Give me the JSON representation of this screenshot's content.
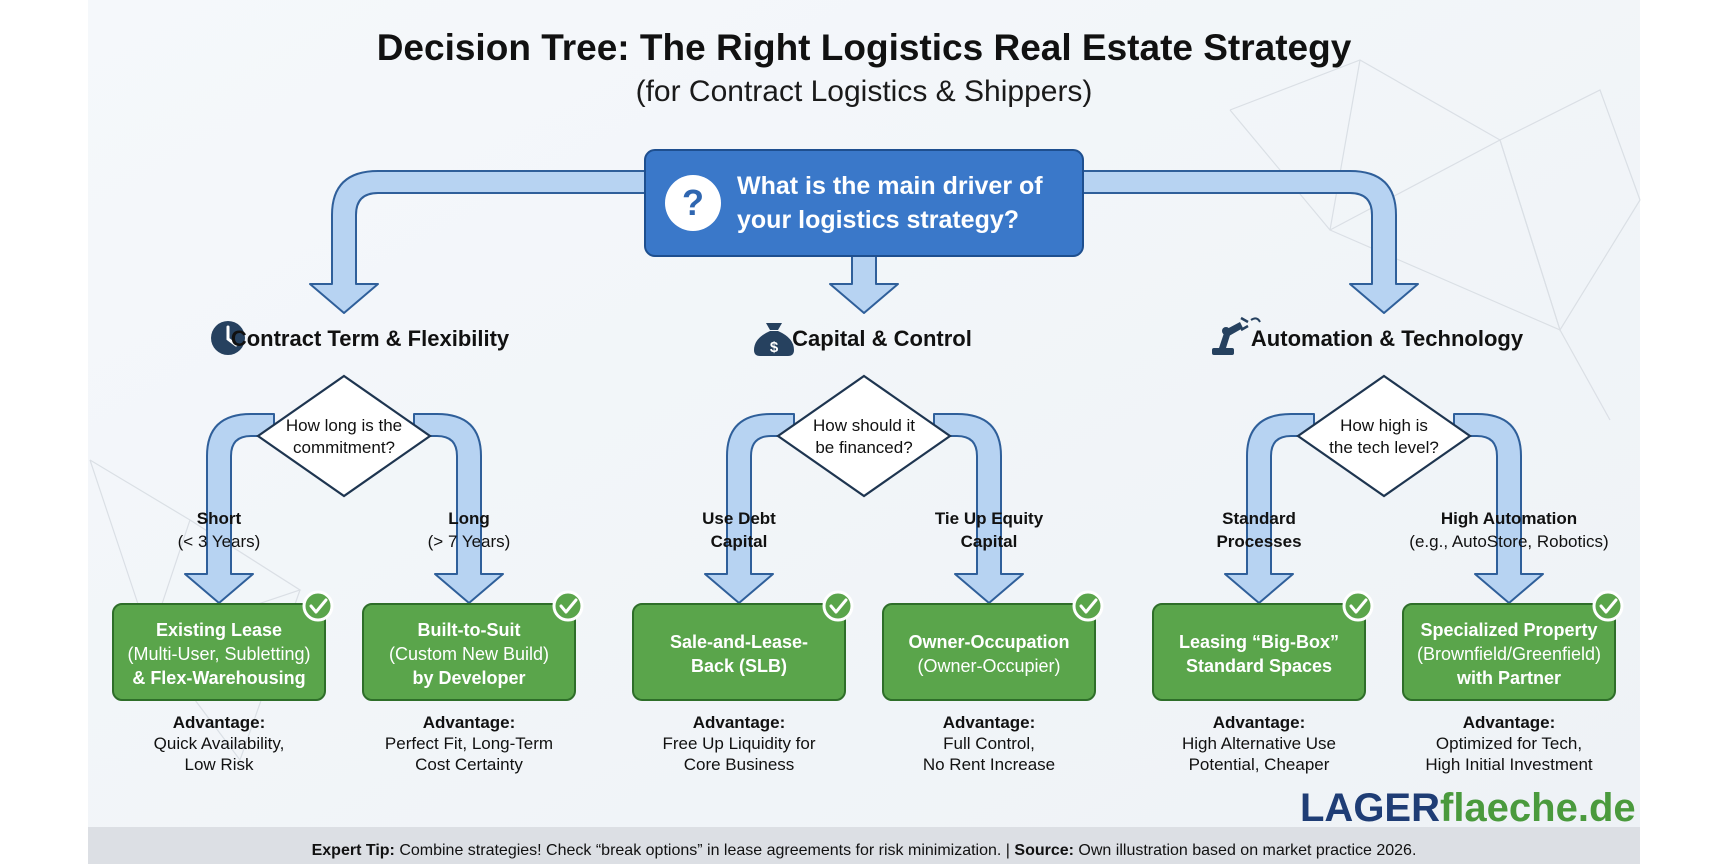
{
  "title": "Decision Tree: The Right Logistics Real Estate Strategy",
  "subtitle": "(for Contract Logistics & Shippers)",
  "root_question": {
    "icon": "question-icon",
    "line1": "What is the main driver of",
    "line2": "your logistics strategy?"
  },
  "branches": [
    {
      "label": "Contract Term & Flexibility",
      "icon": "clock-icon",
      "question": [
        "How long is the",
        "commitment?"
      ],
      "options": [
        {
          "label": [
            "Short",
            "(< 3 Years)"
          ],
          "result": [
            "Existing Lease",
            "(Multi-User, Subletting)",
            "& Flex-Warehousing"
          ],
          "advantage_label": "Advantage:",
          "advantage": [
            "Quick Availability,",
            "Low Risk"
          ]
        },
        {
          "label": [
            "Long",
            "(> 7 Years)"
          ],
          "result": [
            "Built-to-Suit",
            "(Custom New Build)",
            "by Developer"
          ],
          "advantage_label": "Advantage:",
          "advantage": [
            "Perfect Fit, Long-Term",
            "Cost Certainty"
          ]
        }
      ]
    },
    {
      "label": "Capital & Control",
      "icon": "money-bag-icon",
      "question": [
        "How should it",
        "be financed?"
      ],
      "options": [
        {
          "label": [
            "Use Debt",
            "Capital"
          ],
          "result": [
            "Sale-and-Lease-",
            "Back (SLB)"
          ],
          "advantage_label": "Advantage:",
          "advantage": [
            "Free Up Liquidity for",
            "Core Business"
          ]
        },
        {
          "label": [
            "Tie Up Equity",
            "Capital"
          ],
          "result": [
            "Owner-Occupation",
            "(Owner-Occupier)"
          ],
          "advantage_label": "Advantage:",
          "advantage": [
            "Full Control,",
            "No Rent Increase"
          ]
        }
      ]
    },
    {
      "label": "Automation & Technology",
      "icon": "robot-arm-icon",
      "question": [
        "How high is",
        "the tech level?"
      ],
      "options": [
        {
          "label": [
            "Standard",
            "Processes"
          ],
          "result": [
            "Leasing “Big-Box”",
            "Standard Spaces"
          ],
          "advantage_label": "Advantage:",
          "advantage": [
            "High Alternative Use",
            "Potential, Cheaper"
          ]
        },
        {
          "label": [
            "High Automation",
            "(e.g., AutoStore, Robotics)"
          ],
          "result": [
            "Specialized Property",
            "(Brownfield/Greenfield)",
            "with Partner"
          ],
          "advantage_label": "Advantage:",
          "advantage": [
            "Optimized for Tech,",
            "High Initial Investment"
          ]
        }
      ]
    }
  ],
  "footer": {
    "tip_label": "Expert Tip:",
    "tip_text": " Combine strategies! Check “break options” in lease agreements for risk minimization. | ",
    "source_label": "Source:",
    "source_text": " Own illustration based on market practice 2026."
  },
  "logo": {
    "part1": "LAGER",
    "part2": "flaeche.de"
  },
  "colors": {
    "root_box": "#3a78c9",
    "result_box": "#5aa54b",
    "arrow_fill": "#b7d3f2",
    "arrow_stroke": "#2f5f9a",
    "diamond_stroke": "#1e3550",
    "icon_dark": "#26415f",
    "logo_dark": "#1f3d75",
    "logo_green": "#4a9a3d",
    "footer_bg": "#dcdfe4"
  }
}
